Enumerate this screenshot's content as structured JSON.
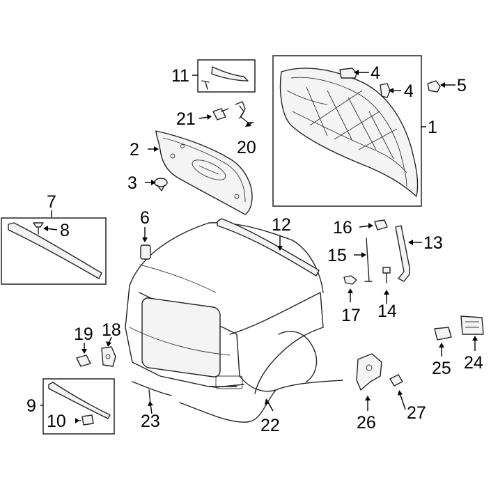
{
  "callouts": {
    "c1": "1",
    "c2": "2",
    "c3": "3",
    "c4a": "4",
    "c4b": "4",
    "c5": "5",
    "c6": "6",
    "c7": "7",
    "c8": "8",
    "c9": "9",
    "c10": "10",
    "c11": "11",
    "c12": "12",
    "c13": "13",
    "c14": "14",
    "c15": "15",
    "c16": "16",
    "c17": "17",
    "c18": "18",
    "c19": "19",
    "c20": "20",
    "c21": "21",
    "c22": "22",
    "c23": "23",
    "c24": "24",
    "c25": "25",
    "c26": "26",
    "c27": "27"
  },
  "colors": {
    "line": "#222222",
    "label": "#000000",
    "background": "#ffffff"
  }
}
